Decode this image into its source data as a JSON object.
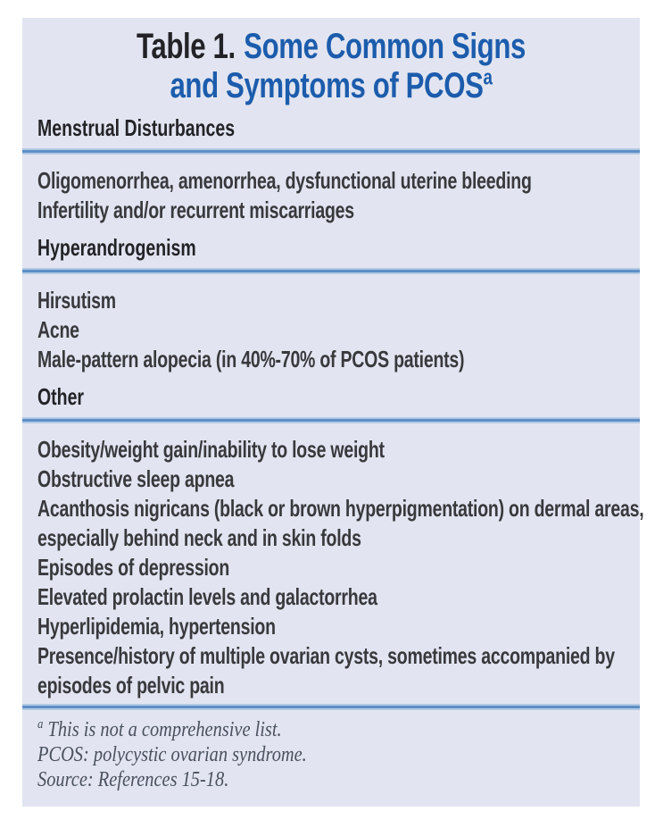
{
  "title": {
    "prefix": "Table 1.",
    "line1": "Some Common Signs",
    "line2": "and Symptoms of PCOS",
    "superscript": "a"
  },
  "colors": {
    "card_bg": "#e2e5f1",
    "title_blue": "#1c5cac",
    "rule_dark": "#5d8fc6",
    "rule_light": "#b3c9e4",
    "heading_text": "#232327",
    "body_text": "#39393d",
    "footnote_text": "#4a505e"
  },
  "sections": [
    {
      "header": "Menstrual Disturbances",
      "items": [
        "Oligomenorrhea, amenorrhea, dysfunctional uterine bleeding",
        "Infertility and/or recurrent miscarriages"
      ]
    },
    {
      "header": "Hyperandrogenism",
      "items": [
        "Hirsutism",
        "Acne",
        "Male-pattern alopecia (in 40%-70% of PCOS patients)"
      ]
    },
    {
      "header": "Other",
      "items": [
        "Obesity/weight gain/inability to lose weight",
        "Obstructive sleep apnea",
        "Acanthosis nigricans (black or brown hyperpigmentation) on dermal areas, especially behind neck and in skin folds",
        "Episodes of depression",
        "Elevated prolactin levels and galactorrhea",
        "Hyperlipidemia, hypertension",
        "Presence/history of multiple ovarian cysts, sometimes accompanied by episodes of pelvic pain"
      ]
    }
  ],
  "footnotes": [
    {
      "marker": "a",
      "text": "This is not a comprehensive list."
    },
    {
      "marker": "",
      "text": "PCOS: polycystic ovarian syndrome."
    },
    {
      "marker": "",
      "text": "Source: References 15-18."
    }
  ]
}
